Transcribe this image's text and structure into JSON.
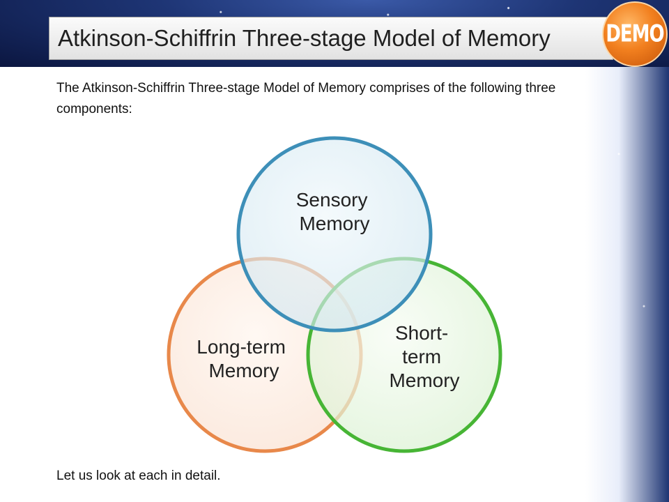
{
  "slide": {
    "title": "Atkinson-Schiffrin Three-stage Model of Memory",
    "badge": "DEMO",
    "intro": "The Atkinson-Schiffrin Three-stage Model of Memory comprises of the following three components:",
    "footer": "Let us look at each in detail."
  },
  "diagram": {
    "type": "venn",
    "circles": [
      {
        "id": "sensory",
        "lines": [
          "Sensory",
          "Memory"
        ],
        "stroke": "#3d8fb8",
        "fill": "#d2e7f1"
      },
      {
        "id": "long-term",
        "lines": [
          "Long-term",
          "Memory"
        ],
        "stroke": "#e8884a",
        "fill": "#f9dcc8"
      },
      {
        "id": "short-term",
        "lines": [
          "Short-",
          "term",
          "Memory"
        ],
        "stroke": "#47b535",
        "fill": "#d7f0cf"
      }
    ]
  },
  "colors": {
    "header_dark": "#0b1640",
    "badge_orange": "#f2801f"
  }
}
